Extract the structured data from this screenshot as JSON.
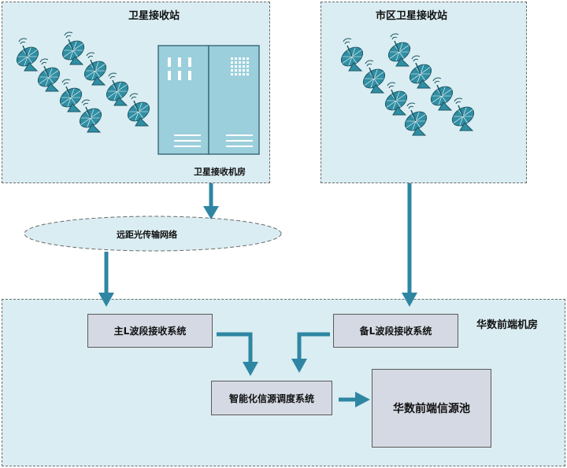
{
  "zones": {
    "satellite_station": "卫星接收站",
    "city_station": "市区卫星接收站",
    "headend_room": "华数前端机房"
  },
  "labels": {
    "satellite_room": "卫星接收机房",
    "fiber_network": "远距光传输网络"
  },
  "nodes": {
    "primary_l_band": "主L波段接收系统",
    "backup_l_band": "备L波段接收系统",
    "scheduler": "智能化信源调度系统",
    "source_pool": "华数前端信源池"
  },
  "colors": {
    "zone_fill": "#daedf2",
    "node_fill": "#d4d9e3",
    "arrow": "#2e86a3",
    "dish": "#2f8ea3",
    "rack": "#9ccfdc"
  },
  "icons": {
    "dish": "satellite-dish-icon",
    "rack": "server-rack-icon"
  }
}
